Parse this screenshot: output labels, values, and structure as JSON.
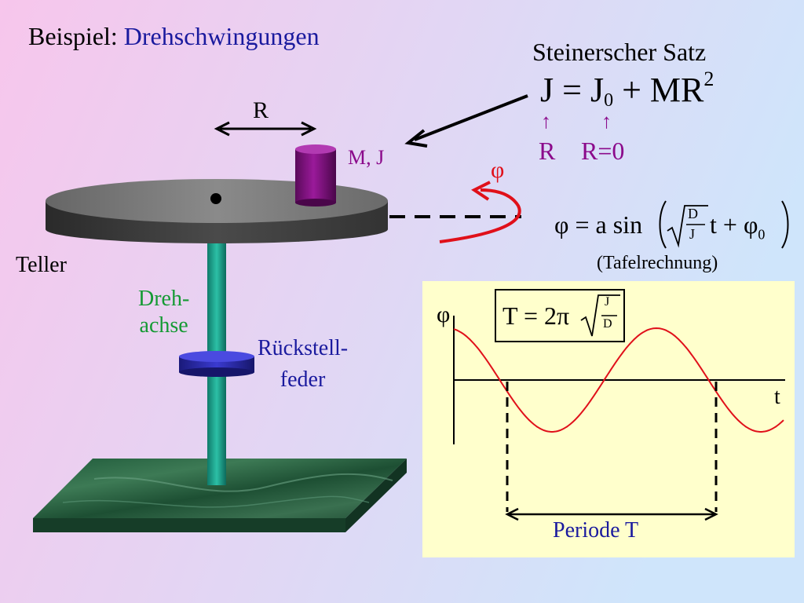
{
  "title": {
    "prefix": "Beispiel: ",
    "highlight": "Drehschwingungen"
  },
  "steiner": {
    "heading": "Steinerscher Satz",
    "formula_lhs": "J = J",
    "sub0": "0",
    "formula_rhs": " + MR",
    "sup2": "2",
    "arrow": "↑",
    "note_left": "R",
    "note_right": "R=0"
  },
  "diagram": {
    "r_label": "R",
    "mass_label": "M, J",
    "phi_label": "φ",
    "teller_label": "Teller",
    "axis_label_line1": "Dreh-",
    "axis_label_line2": "achse",
    "spring_label_line1": "Rückstell-",
    "spring_label_line2": "feder"
  },
  "equation": {
    "lhs": "φ = a sin",
    "frac_num": "D",
    "frac_den": "J",
    "rest": "t + φ",
    "sub0": "0",
    "note": "(Tafelrechnung)"
  },
  "graph": {
    "y_label": "φ",
    "x_label": "t",
    "period_formula_prefix": "T = 2π",
    "period_frac_num": "J",
    "period_frac_den": "D",
    "period_label": "Periode  T"
  },
  "colors": {
    "background_left": "#f7c6ec",
    "background_right": "#cfe5fb",
    "graph_panel": "#ffffcc",
    "curve": "#e0101a",
    "accent_blue": "#1a1a9e",
    "accent_purple": "#8b0a8b",
    "accent_green": "#159a34"
  }
}
